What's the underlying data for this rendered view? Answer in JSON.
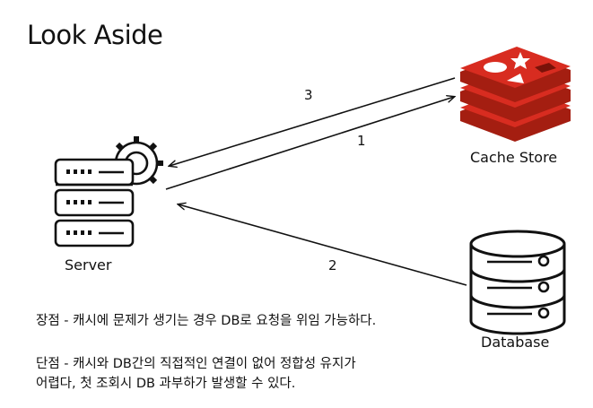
{
  "title": "Look Aside",
  "nodes": {
    "server": "Server",
    "cache": "Cache Store",
    "database": "Database"
  },
  "steps": {
    "one": "1",
    "two": "2",
    "three": "3"
  },
  "notes": {
    "pros": "장점 - 캐시에 문제가 생기는 경우 DB로 요청을 위임 가능하다.",
    "cons_line1": "단점 - 캐시와 DB간의 직접적인 연결이 없어 정합성 유지가",
    "cons_line2": "어렵다, 첫 조회시 DB 과부하가 발생할 수 있다."
  },
  "colors": {
    "redis_red": "#d82c20",
    "redis_dark": "#a41e11",
    "ink": "#111111"
  }
}
